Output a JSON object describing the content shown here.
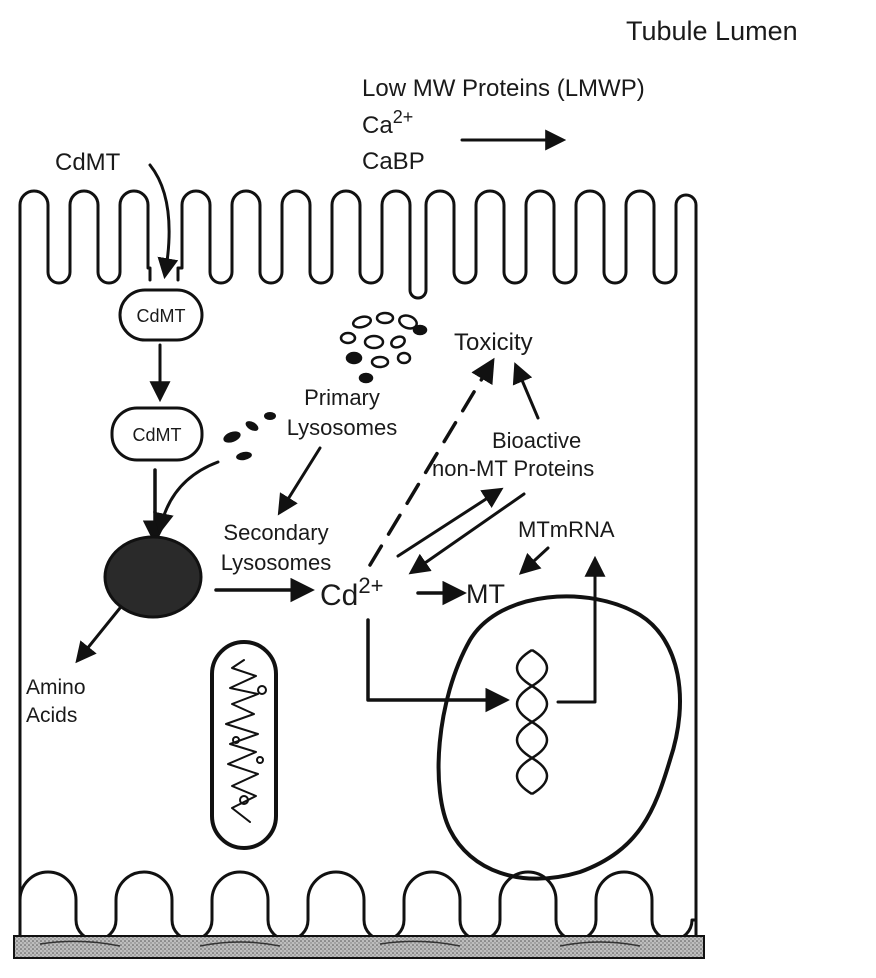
{
  "labels": {
    "tubule_lumen": "Tubule Lumen",
    "lmwp": "Low MW Proteins (LMWP)",
    "ca_base": "Ca",
    "ca_sup": "2+",
    "cabp": "CaBP",
    "cdmt_outside": "CdMT",
    "cdmt_vesicle1": "CdMT",
    "cdmt_vesicle2": "CdMT",
    "primary_lysosomes_l1": "Primary",
    "primary_lysosomes_l2": "Lysosomes",
    "secondary_lysosomes_l1": "Secondary",
    "secondary_lysosomes_l2": "Lysosomes",
    "toxicity": "Toxicity",
    "bioactive_l1": "Bioactive",
    "bioactive_l2": "non-MT Proteins",
    "mtmrna": "MTmRNA",
    "cd_base": "Cd",
    "cd_sup": "2+",
    "mt": "MT",
    "amino_l1": "Amino",
    "amino_l2": "Acids"
  },
  "colors": {
    "ink": "#111111",
    "background": "#ffffff",
    "lysosome_fill": "#2a2a2a"
  }
}
